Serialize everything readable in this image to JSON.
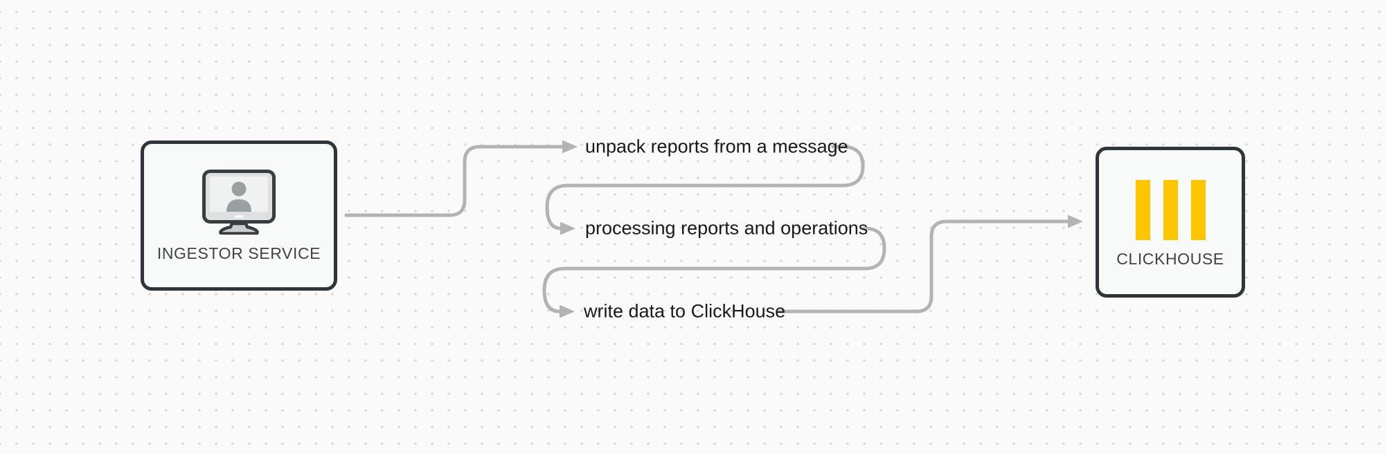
{
  "diagram": {
    "nodes": [
      {
        "id": "ingestor-service",
        "label": "INGESTOR SERVICE",
        "icon": "monitor-user-icon"
      },
      {
        "id": "clickhouse",
        "label": "CLICKHOUSE",
        "icon": "clickhouse-logo-icon"
      }
    ],
    "steps": [
      {
        "label": "unpack reports from a message"
      },
      {
        "label": "processing reports and operations"
      },
      {
        "label": "write data to ClickHouse"
      }
    ],
    "flow": "ingestor-service -> unpack reports from a message -> processing reports and operations -> write data to ClickHouse -> clickhouse"
  },
  "colors": {
    "background": "#fafafa",
    "dot_color": "#d9d9d9",
    "connector": "#b3b3b3",
    "node_border": "#30353a",
    "node_fill": "#f8f9f9",
    "clickhouse_yellow": "#fec600",
    "step_text": "#191919",
    "node_label_text": "#3e4347"
  }
}
